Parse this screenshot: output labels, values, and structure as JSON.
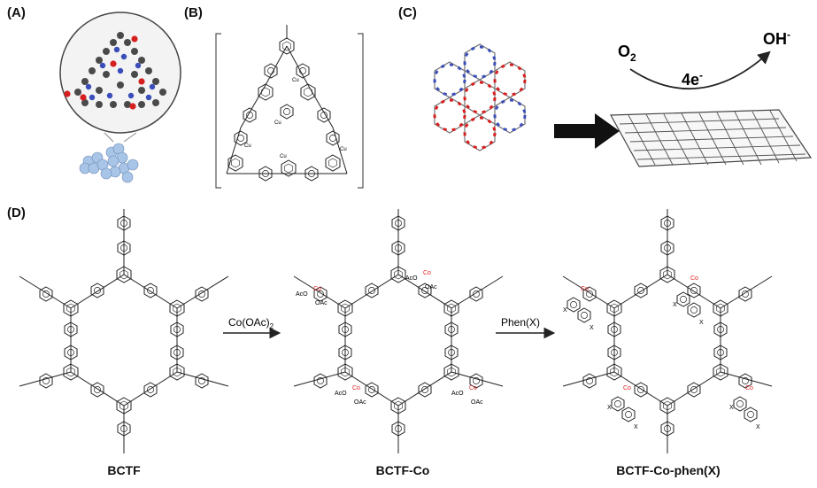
{
  "panels": {
    "a": "(A)",
    "b": "(B)",
    "c": "(C)",
    "d": "(D)"
  },
  "panel_b": {
    "metal": "Cu"
  },
  "panel_c": {
    "reactant": "O",
    "reactant_sub": "2",
    "product": "OH",
    "product_sup": "-",
    "electrons": "4e",
    "electrons_sup": "-"
  },
  "reactions": {
    "step1_reagent": "Co(OAc)",
    "step1_reagent_sub": "2",
    "step2_reagent": "Phen(X)"
  },
  "compounds": {
    "c1": "BCTF",
    "c2": "BCTF-Co",
    "c3": "BCTF-Co-phen(X)"
  },
  "labels": {
    "metal": "Co",
    "ligand": "OAc",
    "ligand_left": "AcO",
    "substituent": "X"
  },
  "colors": {
    "metal_red": "#e02020",
    "arrow": "#222222",
    "bead": "#a8c4e6",
    "ring_red": "#d62020",
    "ring_blue": "#3a4db8"
  }
}
